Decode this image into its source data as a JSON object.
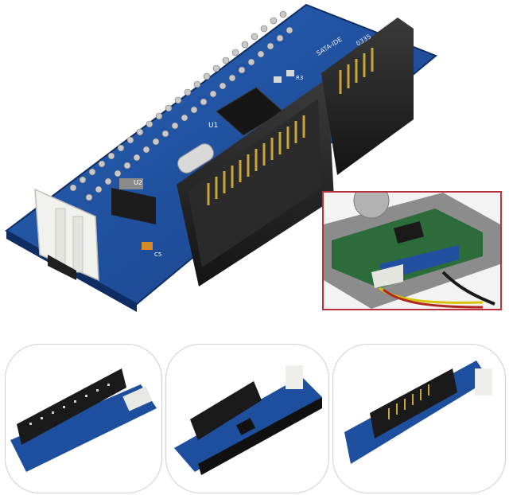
{
  "scene": "product-photo",
  "product": {
    "silkscreen_chip": "U1",
    "silkscreen_reg": "U2",
    "silkscreen_cap": "C5",
    "silkscreen_r": "R3",
    "silkscreen_model": "SATA-IDE",
    "silkscreen_pins": "0335"
  },
  "colors": {
    "pcb": "#1d4f9e",
    "pcb_dark": "#15397a",
    "connector": "#2a2a2a",
    "gold": "#c9a53a",
    "white_plug": "#f1f1ee",
    "inset_border": "#b8323a"
  }
}
